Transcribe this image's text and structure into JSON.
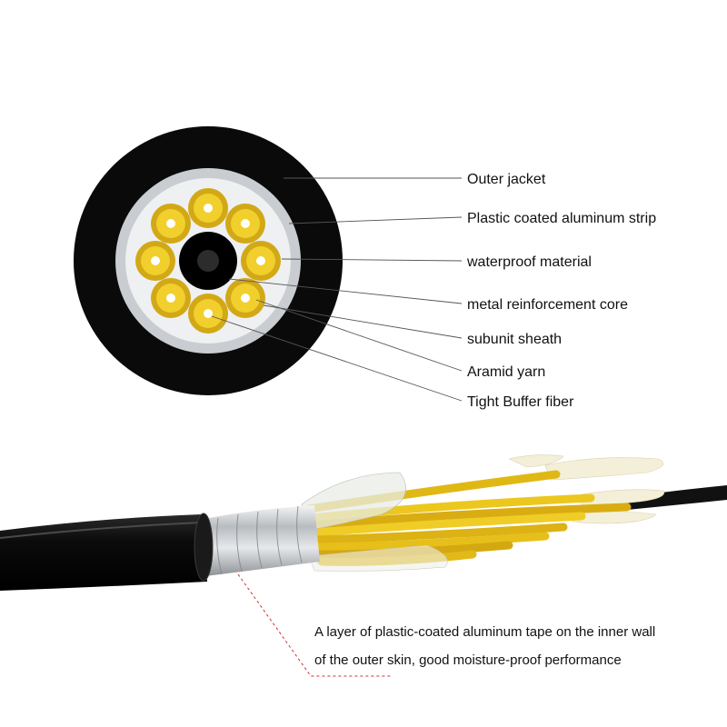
{
  "cross_section": {
    "labels": [
      "Outer jacket",
      "Plastic coated aluminum strip",
      "waterproof material",
      "metal reinforcement core",
      "subunit sheath",
      "Aramid yarn",
      "Tight Buffer fiber"
    ]
  },
  "cable_photo": {
    "caption_line_1": "A layer of plastic-coated aluminum tape on the inner wall",
    "caption_line_2": "of the outer skin, good moisture-proof performance"
  },
  "colors": {
    "jacket": "#0a0a0a",
    "tape": "#c4c8cc",
    "filler": "#eef0f2",
    "fiber_yellow": "#e6c21a",
    "fiber_ring": "#caa214",
    "leader": "#555555",
    "dashed_leader": "#d03030"
  }
}
